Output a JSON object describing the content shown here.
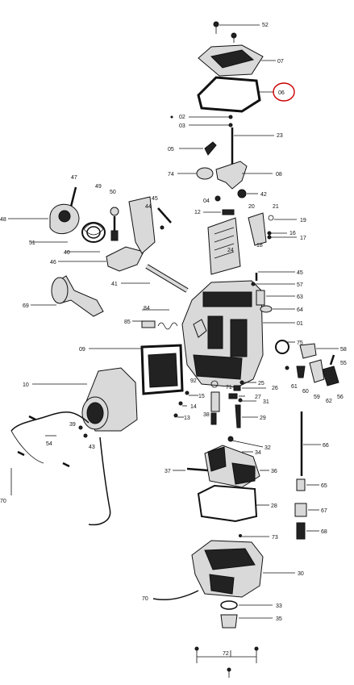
{
  "diagram": {
    "highlight_color": "#cc0000",
    "highlighted_part": "06",
    "callouts": [
      "52",
      "07",
      "06",
      "02",
      "03",
      "23",
      "05",
      "74",
      "08",
      "42",
      "04",
      "12",
      "20",
      "21",
      "19",
      "16",
      "17",
      "18",
      "24",
      "47",
      "49",
      "50",
      "45",
      "44",
      "48",
      "51",
      "40",
      "46",
      "41",
      "45",
      "57",
      "63",
      "64",
      "69",
      "84",
      "85",
      "01",
      "75",
      "58",
      "55",
      "09",
      "25",
      "26",
      "27",
      "31",
      "61",
      "60",
      "59",
      "62",
      "56",
      "10",
      "92",
      "71",
      "15",
      "14",
      "13",
      "38",
      "29",
      "39",
      "54",
      "43",
      "66",
      "32",
      "34",
      "70",
      "37",
      "36",
      "65",
      "28",
      "67",
      "68",
      "73",
      "30",
      "70",
      "33",
      "35",
      "72"
    ]
  }
}
